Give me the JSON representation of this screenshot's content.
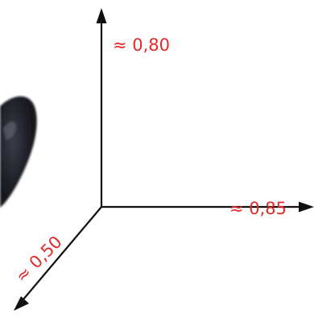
{
  "axes": {
    "vertical": {
      "label": "≈ 0,80"
    },
    "horizontal": {
      "label": "≈ 0,85"
    },
    "depth": {
      "label": "≈ 0,50"
    }
  },
  "colors": {
    "label": "#e32a2a",
    "axis": "#111111",
    "object": "#1a1c22"
  },
  "object": {
    "icon": "dark-curved-object-cropped"
  }
}
